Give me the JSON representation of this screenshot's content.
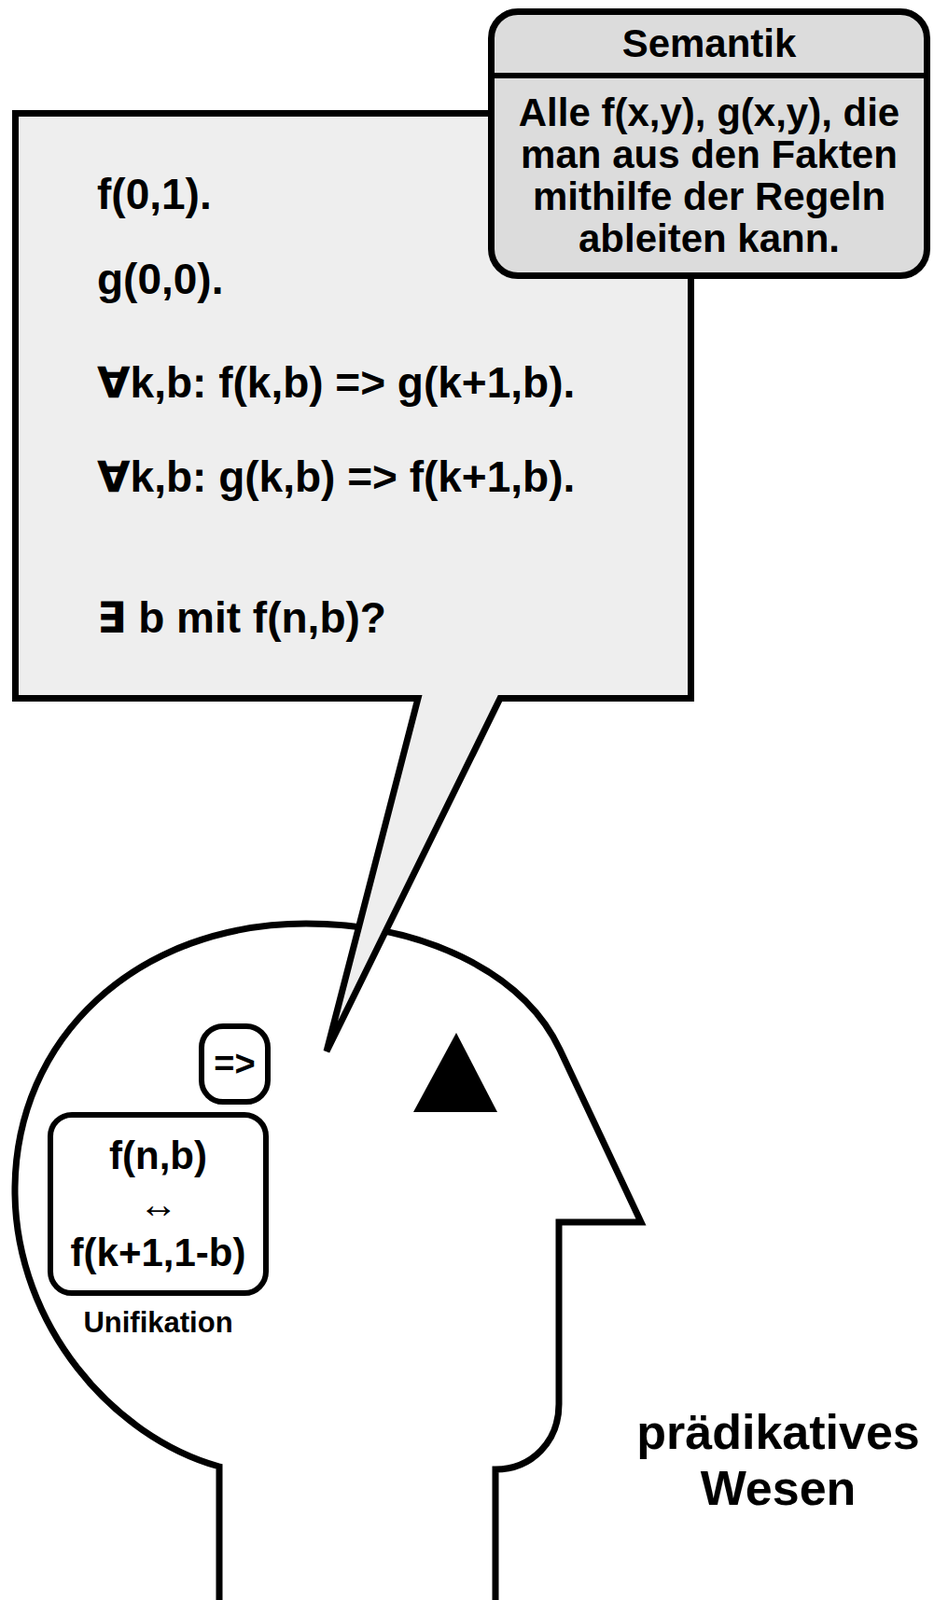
{
  "diagram": {
    "nodes": [
      {
        "text": [
          "f(0,1).",
          "g(0,0).",
          "∀k,b: f(k,b) => g(k+1,b).",
          "∀k,b: g(k,b) => f(k+1,b).",
          "∃ b mit f(n,b)?"
        ]
      },
      {
        "text": [
          "Semantik",
          "Alle f(x,y), g(x,y), die man aus den Fakten mithilfe der Regeln ableiten kann."
        ]
      },
      {
        "text": [
          "=>"
        ]
      },
      {
        "text": [
          "f(n,b)",
          "↔",
          "f(k+1,1-b)",
          "Unifikation"
        ]
      }
    ],
    "labels": [
      "prädikatives Wesen"
    ]
  }
}
